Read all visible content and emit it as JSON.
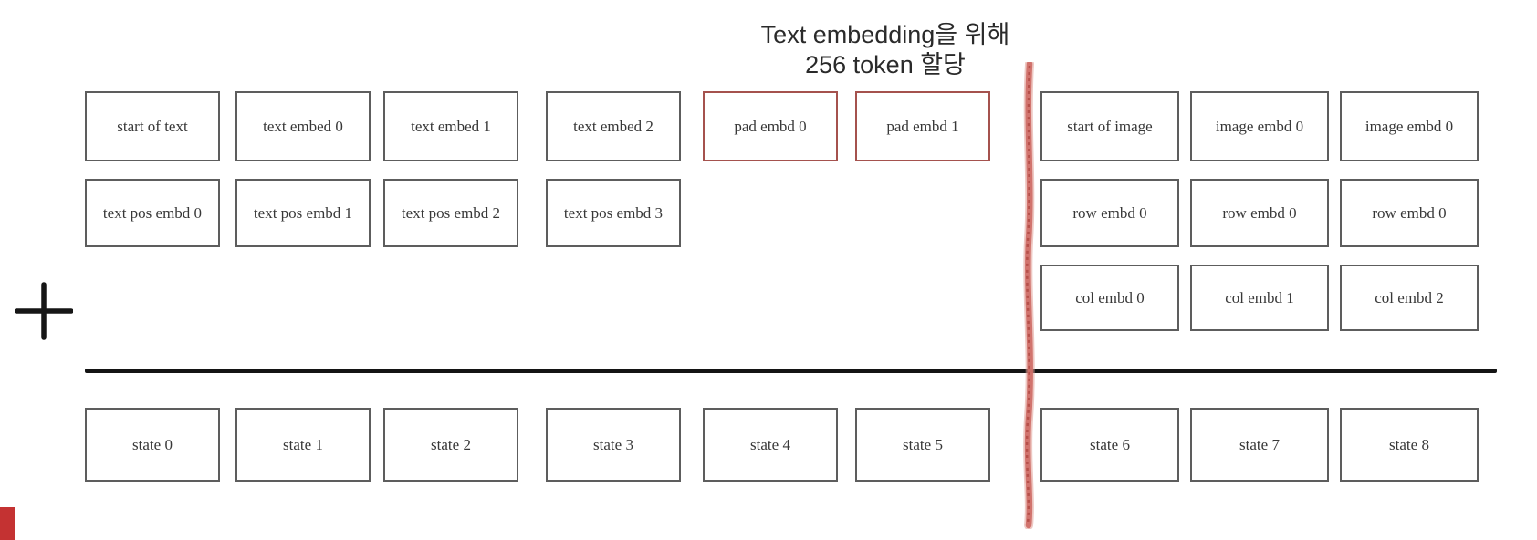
{
  "annotation": {
    "line1": "Text embedding을 위해",
    "line2": "256 token 할당"
  },
  "icons": {
    "plus": "+"
  },
  "embedding_row": [
    "start of text",
    "text embed 0",
    "text embed 1",
    "text embed 2",
    "pad embd 0",
    "pad embd 1",
    "start of image",
    "image embd 0",
    "image embd 0"
  ],
  "position_row": [
    "text pos embd 0",
    "text pos embd 1",
    "text pos embd 2",
    "text pos embd 3"
  ],
  "row_embedding_row": [
    "row embd 0",
    "row embd 0",
    "row embd 0"
  ],
  "col_embedding_row": [
    "col embd 0",
    "col embd 1",
    "col embd 2"
  ],
  "state_row": [
    "state 0",
    "state 1",
    "state 2",
    "state 3",
    "state 4",
    "state 5",
    "state 6",
    "state 7",
    "state 8"
  ],
  "colors": {
    "normal_box_border": "#5d5d5d",
    "pad_box_border": "#a5524e",
    "red_divider": "#cf6f68",
    "separator_line": "#141414",
    "corner_marker": "#c43232"
  }
}
